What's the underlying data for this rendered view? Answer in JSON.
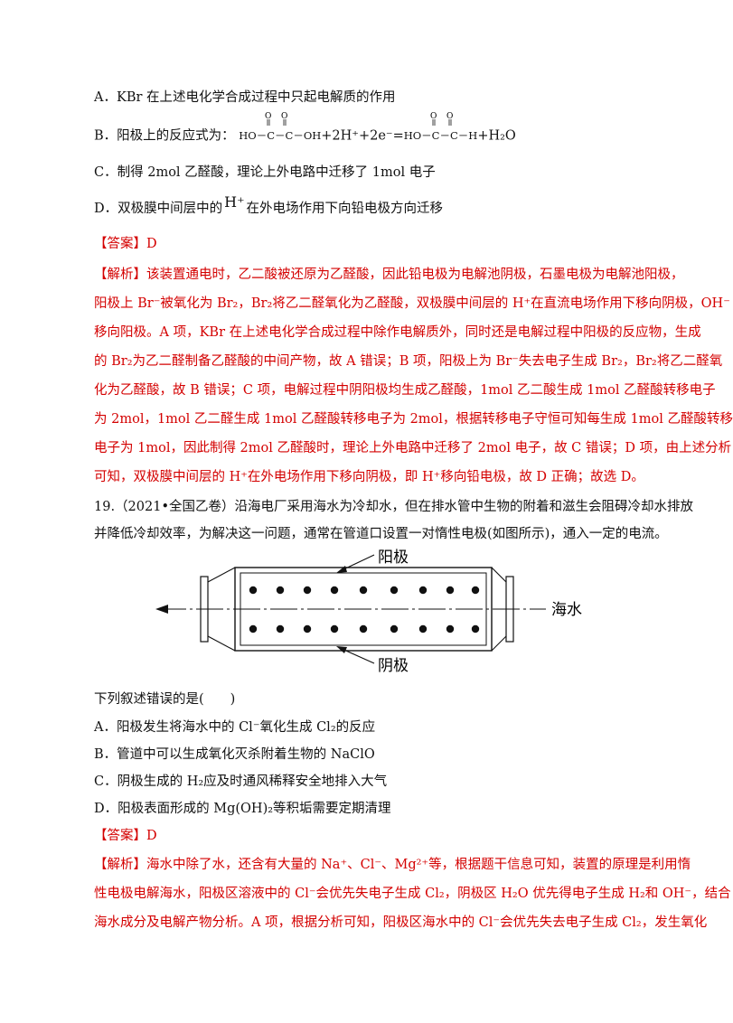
{
  "options_q18": [
    {
      "letter": "A．",
      "text": "KBr 在上述电化学合成过程中只起电解质的作用"
    },
    {
      "letter": "B．",
      "prefix": "阳极上的反应式为：",
      "left_struct": "HO－C－C－OH",
      "mid": "+2H⁺+2e⁻=",
      "right_struct": "HO－C－C－H",
      "suffix": "+H₂O",
      "carbonyl_mark": "O  O"
    },
    {
      "letter": "C．",
      "text": "制得 2mol 乙醛酸，理论上外电路中迁移了 1mol 电子"
    },
    {
      "letter": "D．",
      "pre": "双极膜中间层中的",
      "ion": "H⁺",
      "post": "在外电场作用下向铅电极方向迁移"
    }
  ],
  "answer_q18": {
    "label": "【答案】",
    "value": "D"
  },
  "analysis_q18": {
    "label": "【解析】",
    "lines": [
      "该装置通电时，乙二酸被还原为乙醛酸，因此铅电极为电解池阴极，石墨电极为电解池阳极，",
      "阳极上 Br⁻被氧化为 Br₂，Br₂将乙二醛氧化为乙醛酸，双极膜中间层的 H⁺在直流电场作用下移向阴极，OH⁻",
      "移向阳极。A 项，KBr 在上述电化学合成过程中除作电解质外，同时还是电解过程中阳极的反应物，生成",
      "的 Br₂为乙二醛制备乙醛酸的中间产物，故 A 错误；B 项，阳极上为 Br⁻失去电子生成 Br₂，Br₂将乙二醛氧",
      "化为乙醛酸，故 B 错误；C 项，电解过程中阴阳极均生成乙醛酸，1mol 乙二酸生成 1mol 乙醛酸转移电子",
      "为 2mol，1mol 乙二醛生成 1mol 乙醛酸转移电子为 2mol，根据转移电子守恒可知每生成 1mol 乙醛酸转移",
      "电子为 1mol，因此制得 2mol 乙醛酸时，理论上外电路中迁移了 2mol 电子，故 C 错误；D 项，由上述分析",
      "可知，双极膜中间层的 H⁺在外电场作用下移向阴极，即 H⁺移向铅电极，故 D 正确；故选 D。"
    ]
  },
  "question_19": {
    "lines": [
      "19.（2021•全国乙卷）沿海电厂采用海水为冷却水，但在排水管中生物的附着和滋生会阻碍冷却水排放",
      "并降低冷却效率，为解决这一问题，通常在管道口设置一对惰性电极(如图所示)，通入一定的电流。"
    ],
    "diagram": {
      "anode_label": "阳极",
      "cathode_label": "阴极",
      "inlet_label": "海水"
    },
    "stem": "下列叙述错误的是(　　)",
    "options": [
      {
        "letter": "A．",
        "text": "阳极发生将海水中的 Cl⁻氧化生成 Cl₂的反应"
      },
      {
        "letter": "B．",
        "text": "管道中可以生成氧化灭杀附着生物的 NaClO"
      },
      {
        "letter": "C．",
        "text": "阴极生成的 H₂应及时通风稀释安全地排入大气"
      },
      {
        "letter": "D．",
        "text": "阳极表面形成的 Mg(OH)₂等积垢需要定期清理"
      }
    ]
  },
  "answer_q19": {
    "label": "【答案】",
    "value": "D"
  },
  "analysis_q19": {
    "label": "【解析】",
    "lines": [
      "海水中除了水，还含有大量的 Na⁺、Cl⁻、Mg²⁺等，根据题干信息可知，装置的原理是利用惰",
      "性电极电解海水，阳极区溶液中的 Cl⁻会优先失电子生成 Cl₂，阴极区 H₂O 优先得电子生成 H₂和 OH⁻，结合",
      "海水成分及电解产物分析。A 项，根据分析可知，阳极区海水中的 Cl⁻会优先失去电子生成 Cl₂，发生氧化"
    ]
  },
  "colors": {
    "analysis_red": "#d40000",
    "body_text": "#111111"
  }
}
